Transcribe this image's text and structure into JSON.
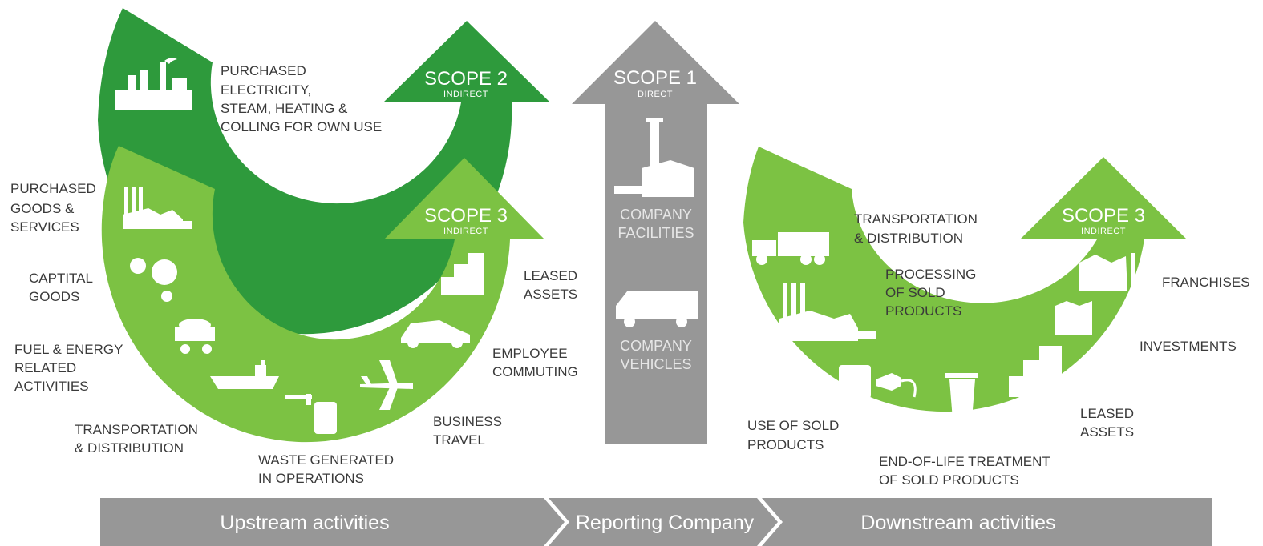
{
  "scope2": {
    "title": "SCOPE 2",
    "subtitle": "INDIRECT"
  },
  "scope1": {
    "title": "SCOPE 1",
    "subtitle": "DIRECT"
  },
  "scope3_up": {
    "title": "SCOPE 3",
    "subtitle": "INDIRECT"
  },
  "scope3_down": {
    "title": "SCOPE 3",
    "subtitle": "INDIRECT"
  },
  "scope2_label": [
    "PURCHASED",
    "ELECTRICITY,",
    "STEAM, HEATING &",
    "COLLING FOR OWN USE"
  ],
  "scope1_labels": {
    "facilities": [
      "COMPANY",
      "FACILITIES"
    ],
    "vehicles": [
      "COMPANY",
      "VEHICLES"
    ]
  },
  "upstream_labels": {
    "purchased_goods": [
      "PURCHASED",
      "GOODS &",
      "SERVICES"
    ],
    "capital_goods": [
      "CAPTITAL",
      "GOODS"
    ],
    "fuel_energy": [
      "FUEL & ENERGY",
      "RELATED",
      "ACTIVITIES"
    ],
    "transportation": [
      "TRANSPORTATION",
      "& DISTRIBUTION"
    ],
    "waste": [
      "WASTE GENERATED",
      "IN OPERATIONS"
    ],
    "business_travel": [
      "BUSINESS",
      "TRAVEL"
    ],
    "employee_commuting": [
      "EMPLOYEE",
      "COMMUTING"
    ],
    "leased_assets": [
      "LEASED",
      "ASSETS"
    ]
  },
  "downstream_labels": {
    "transportation": [
      "TRANSPORTATION",
      "& DISTRIBUTION"
    ],
    "processing": [
      "PROCESSING",
      "OF SOLD",
      "PRODUCTS"
    ],
    "franchises": [
      "FRANCHISES"
    ],
    "investments": [
      "INVESTMENTS"
    ],
    "leased_assets": [
      "LEASED",
      "ASSETS"
    ],
    "end_of_life": [
      "END-OF-LIFE TREATMENT",
      "OF SOLD PRODUCTS"
    ],
    "use_of_sold": [
      "USE OF SOLD",
      "PRODUCTS"
    ]
  },
  "bands": {
    "upstream": "Upstream activities",
    "reporting": "Reporting Company",
    "downstream": "Downstream activities"
  },
  "colors": {
    "scope2_green": "#2e9a3c",
    "scope3_green": "#7cc243",
    "scope1_grey": "#979797",
    "band_grey": "#979797",
    "label_text": "#3a3a3a"
  },
  "icons": [
    "factory-icon",
    "industrial-plant-icon",
    "gears-icon",
    "coal-cart-icon",
    "cargo-ship-icon",
    "oil-barrel-icon",
    "airplane-icon",
    "car-icon",
    "office-building-icon",
    "smokestack-icon",
    "delivery-van-icon",
    "truck-icon",
    "power-plant-icon",
    "power-socket-icon",
    "plug-icon",
    "trash-bin-icon",
    "warehouse-icon",
    "franchise-factory-icon"
  ]
}
